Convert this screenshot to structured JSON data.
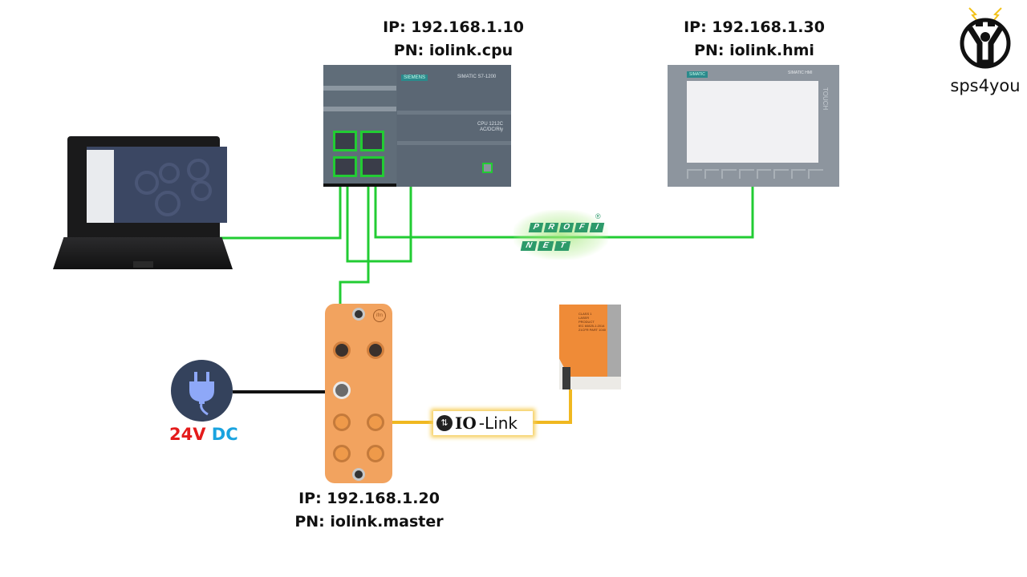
{
  "diagram": {
    "title": "IO-Link PROFINET network topology",
    "colors": {
      "ethernet": "#22cc33",
      "power_cable": "#111111",
      "iolink_cable": "#f0b820",
      "volt_red": "#e41b1b",
      "volt_blue": "#1aa3df"
    }
  },
  "devices": {
    "cpu": {
      "ip": "IP: 192.168.1.10",
      "pn": "PN: iolink.cpu",
      "brand": "SIEMENS",
      "model": "SIMATIC S7-1200",
      "cpu_line1": "CPU 1212C",
      "cpu_line2": "AC/DC/Rly"
    },
    "hmi": {
      "ip": "IP: 192.168.1.30",
      "pn": "PN: iolink.hmi",
      "brand": "SIMATIC",
      "model": "SIMATIC HMI",
      "side": "TOUCH"
    },
    "master": {
      "ip": "IP: 192.168.1.20",
      "pn": "PN: iolink.master",
      "vendor": "ifm"
    },
    "sensor": {
      "line1": "CLASS 1",
      "line2": "LASER",
      "line3": "PRODUCT",
      "line4": "IEC 60825-1:2014",
      "line5": "21CFR PART 1040"
    },
    "laptop": {
      "type": "engineering-laptop"
    },
    "power": {
      "voltage": "24V",
      "type": "DC",
      "icon": "plug-icon"
    }
  },
  "protocols": {
    "profinet": {
      "row1": [
        "P",
        "R",
        "O",
        "F",
        "I"
      ],
      "row2": [
        "N",
        "E",
        "T"
      ],
      "reg": "®"
    },
    "iolink": {
      "part1": "IO",
      "part2": "-Link",
      "icon": "iolink-icon"
    }
  },
  "logo": {
    "name": "sps4you"
  }
}
